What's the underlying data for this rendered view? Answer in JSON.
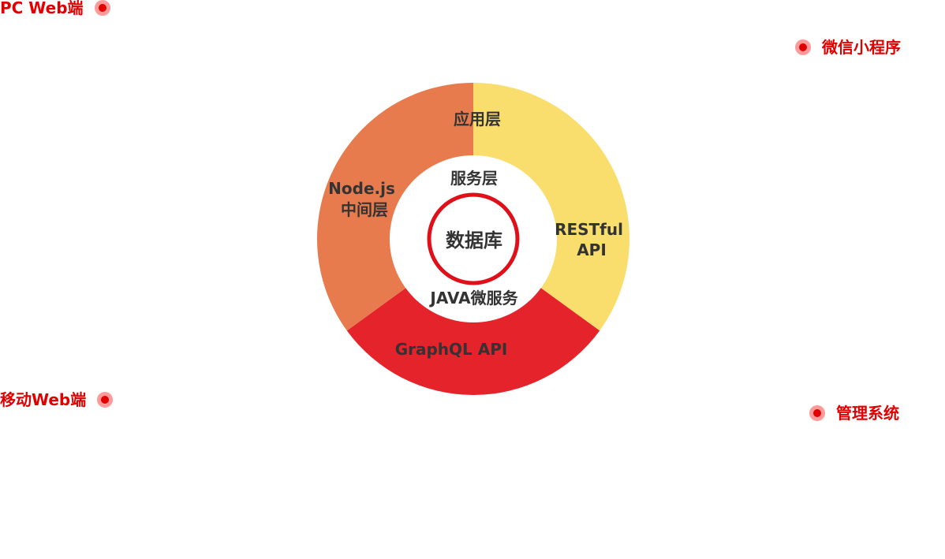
{
  "colors": {
    "accent_red": "#e00000",
    "dot_halo": "#ff9a9a",
    "text_dark": "#333333",
    "seg_orange": "#e87b4d",
    "seg_yellow": "#f9de6d",
    "seg_red": "#e5232a",
    "center_ring": "#e0101a"
  },
  "clients": {
    "pc_web": "PC Web端",
    "wechat_mini": "微信小程序",
    "mobile_web": "移动Web端",
    "admin_system": "管理系统"
  },
  "ring": {
    "application_layer": "应用层",
    "restful_api": [
      "RESTful",
      "API"
    ],
    "graphql_api": "GraphQL API",
    "nodejs_middle": [
      "Node.js",
      "中间层"
    ],
    "service_layer": "服务层",
    "java_micro": "JAVA微服务",
    "database": "数据库"
  },
  "chart_data": {
    "type": "pie",
    "slices": [
      {
        "name": "RESTful API",
        "value": 0.35,
        "color": "#f9de6d"
      },
      {
        "name": "GraphQL API",
        "value": 0.3,
        "color": "#e5232a"
      },
      {
        "name": "Node.js 中间层",
        "value": 0.35,
        "color": "#e87b4d"
      }
    ]
  }
}
